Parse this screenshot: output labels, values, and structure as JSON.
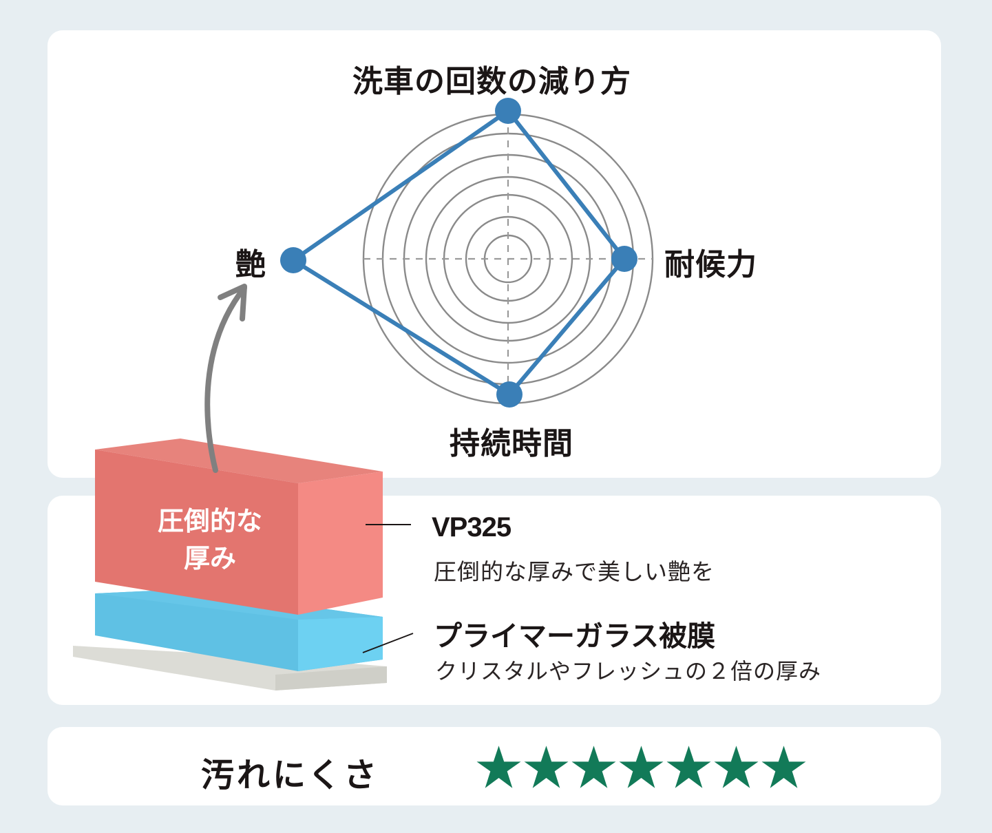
{
  "chart_data": {
    "type": "radar",
    "title": "",
    "axes": [
      "洗車の回数の減り方",
      "耐候力",
      "持続時間",
      "艶"
    ],
    "axis_positions": [
      "top",
      "right",
      "bottom",
      "left"
    ],
    "rings": 7,
    "series": [
      {
        "name": "VP325",
        "color": "#3a7fb7",
        "values": [
          7.2,
          5.6,
          6.6,
          10.4
        ]
      }
    ],
    "value_range": [
      0,
      7
    ],
    "note": "艶 point extends well beyond the outer ring (approx 1.5x outer radius)",
    "grid": "concentric circles with dashed crosshair"
  },
  "chart": {
    "labels": {
      "top": "洗車の回数の減り方",
      "right": "耐候力",
      "bottom": "持続時間",
      "left": "艶"
    },
    "line_color": "#3a7fb7",
    "ring_color": "#8a8a8a",
    "arrow_color": "#808080"
  },
  "layers": {
    "block_label_line1": "圧倒的な",
    "block_label_line2": "厚み",
    "top_layer": {
      "title": "VP325",
      "description": "圧倒的な厚みで美しい艶を",
      "color": "#e3756f"
    },
    "bottom_layer": {
      "title": "プライマーガラス被膜",
      "description": "クリスタルやフレッシュの２倍の厚み",
      "color": "#5ec3e6"
    },
    "base_color": "#dcdcd6"
  },
  "rating": {
    "label": "汚れにくさ",
    "stars": 7,
    "star_color": "#127a58",
    "star_glyph": "star-icon"
  }
}
